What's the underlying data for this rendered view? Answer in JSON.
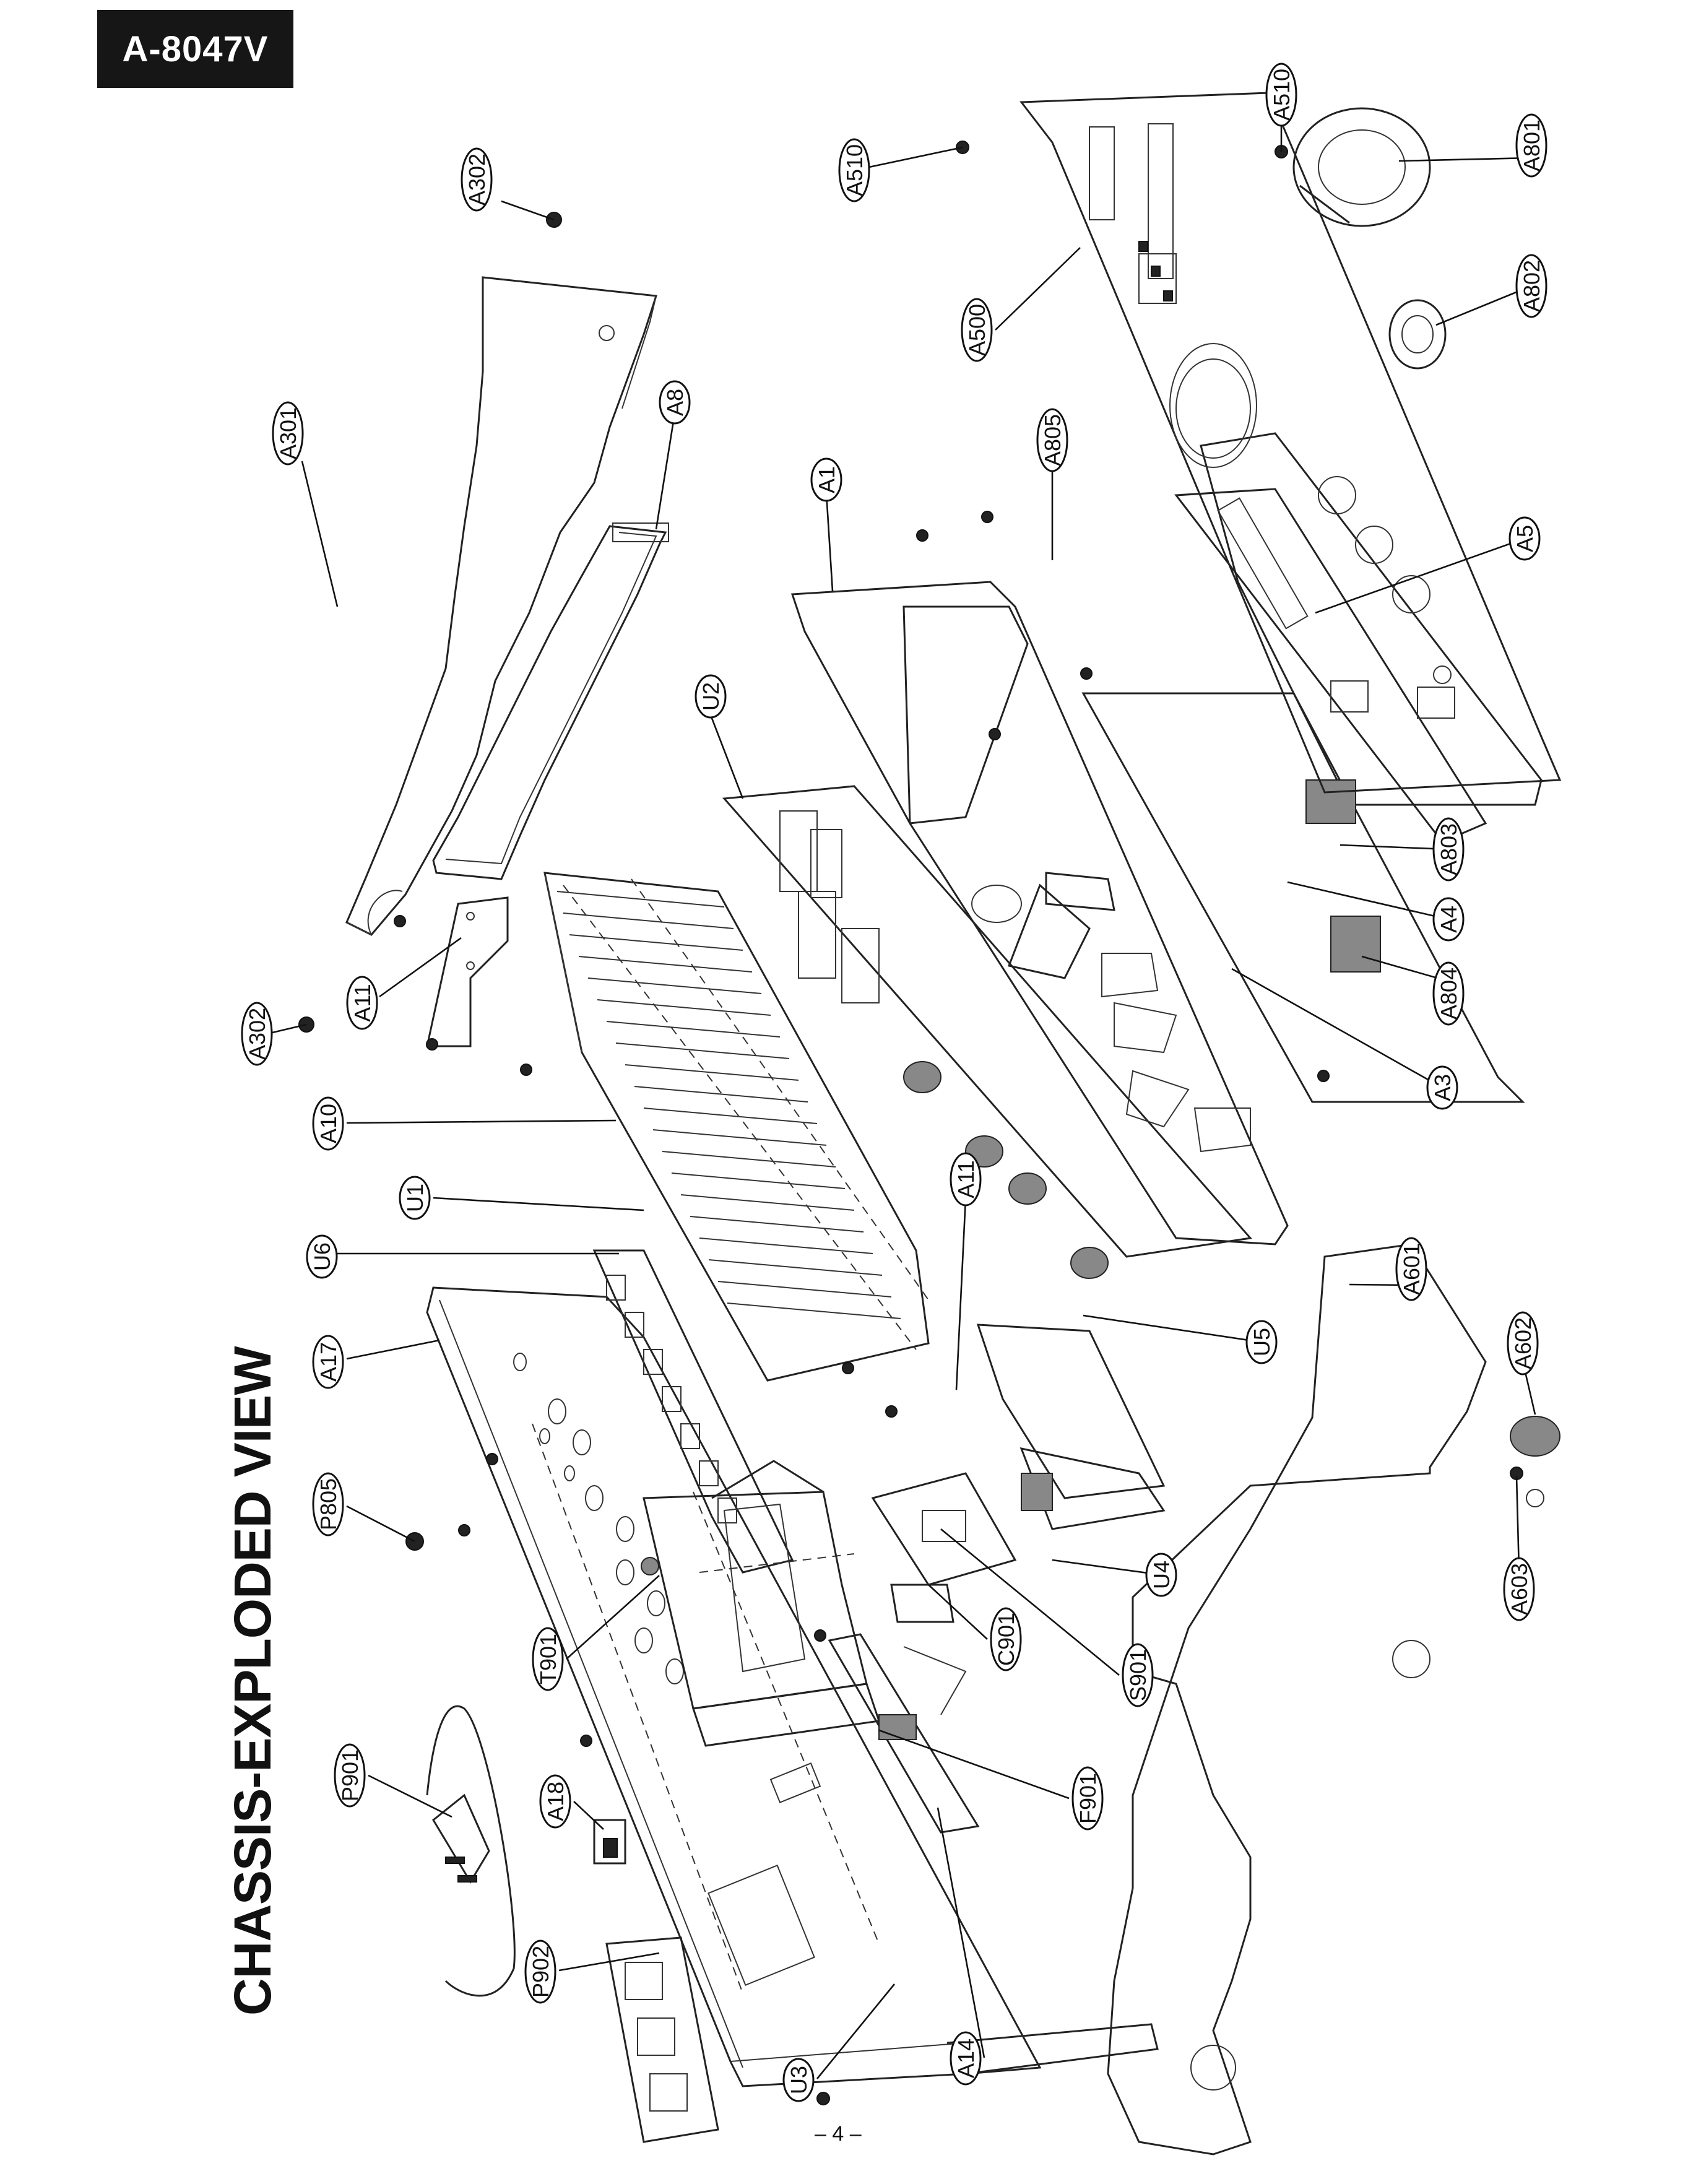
{
  "header": {
    "model": "A-8047V"
  },
  "title": "CHASSIS-EXPLODED VIEW",
  "page_number": "– 4 –",
  "callouts": [
    {
      "id": "a302-top",
      "label": "A302"
    },
    {
      "id": "a301",
      "label": "A301"
    },
    {
      "id": "a8",
      "label": "A8"
    },
    {
      "id": "a302-bottom",
      "label": "A302"
    },
    {
      "id": "a11-left",
      "label": "A11"
    },
    {
      "id": "a10",
      "label": "A10"
    },
    {
      "id": "u1",
      "label": "U1"
    },
    {
      "id": "u6",
      "label": "U6"
    },
    {
      "id": "a17",
      "label": "A17"
    },
    {
      "id": "p805",
      "label": "P805"
    },
    {
      "id": "t901",
      "label": "T901"
    },
    {
      "id": "p901",
      "label": "P901"
    },
    {
      "id": "a18",
      "label": "A18"
    },
    {
      "id": "p902",
      "label": "P902"
    },
    {
      "id": "u3",
      "label": "U3"
    },
    {
      "id": "a14",
      "label": "A14"
    },
    {
      "id": "f901",
      "label": "F901"
    },
    {
      "id": "s901",
      "label": "S901"
    },
    {
      "id": "c901",
      "label": "C901"
    },
    {
      "id": "u4",
      "label": "U4"
    },
    {
      "id": "a11-right",
      "label": "A11"
    },
    {
      "id": "u5",
      "label": "U5"
    },
    {
      "id": "u2",
      "label": "U2"
    },
    {
      "id": "a1",
      "label": "A1"
    },
    {
      "id": "a805",
      "label": "A805"
    },
    {
      "id": "a510-left",
      "label": "A510"
    },
    {
      "id": "a500",
      "label": "A500"
    },
    {
      "id": "a510-right",
      "label": "A510"
    },
    {
      "id": "a801",
      "label": "A801"
    },
    {
      "id": "a802",
      "label": "A802"
    },
    {
      "id": "a5",
      "label": "A5"
    },
    {
      "id": "a803",
      "label": "A803"
    },
    {
      "id": "a4",
      "label": "A4"
    },
    {
      "id": "a804",
      "label": "A804"
    },
    {
      "id": "a3",
      "label": "A3"
    },
    {
      "id": "a601",
      "label": "A601"
    },
    {
      "id": "a602",
      "label": "A602"
    },
    {
      "id": "a603",
      "label": "A603"
    }
  ]
}
